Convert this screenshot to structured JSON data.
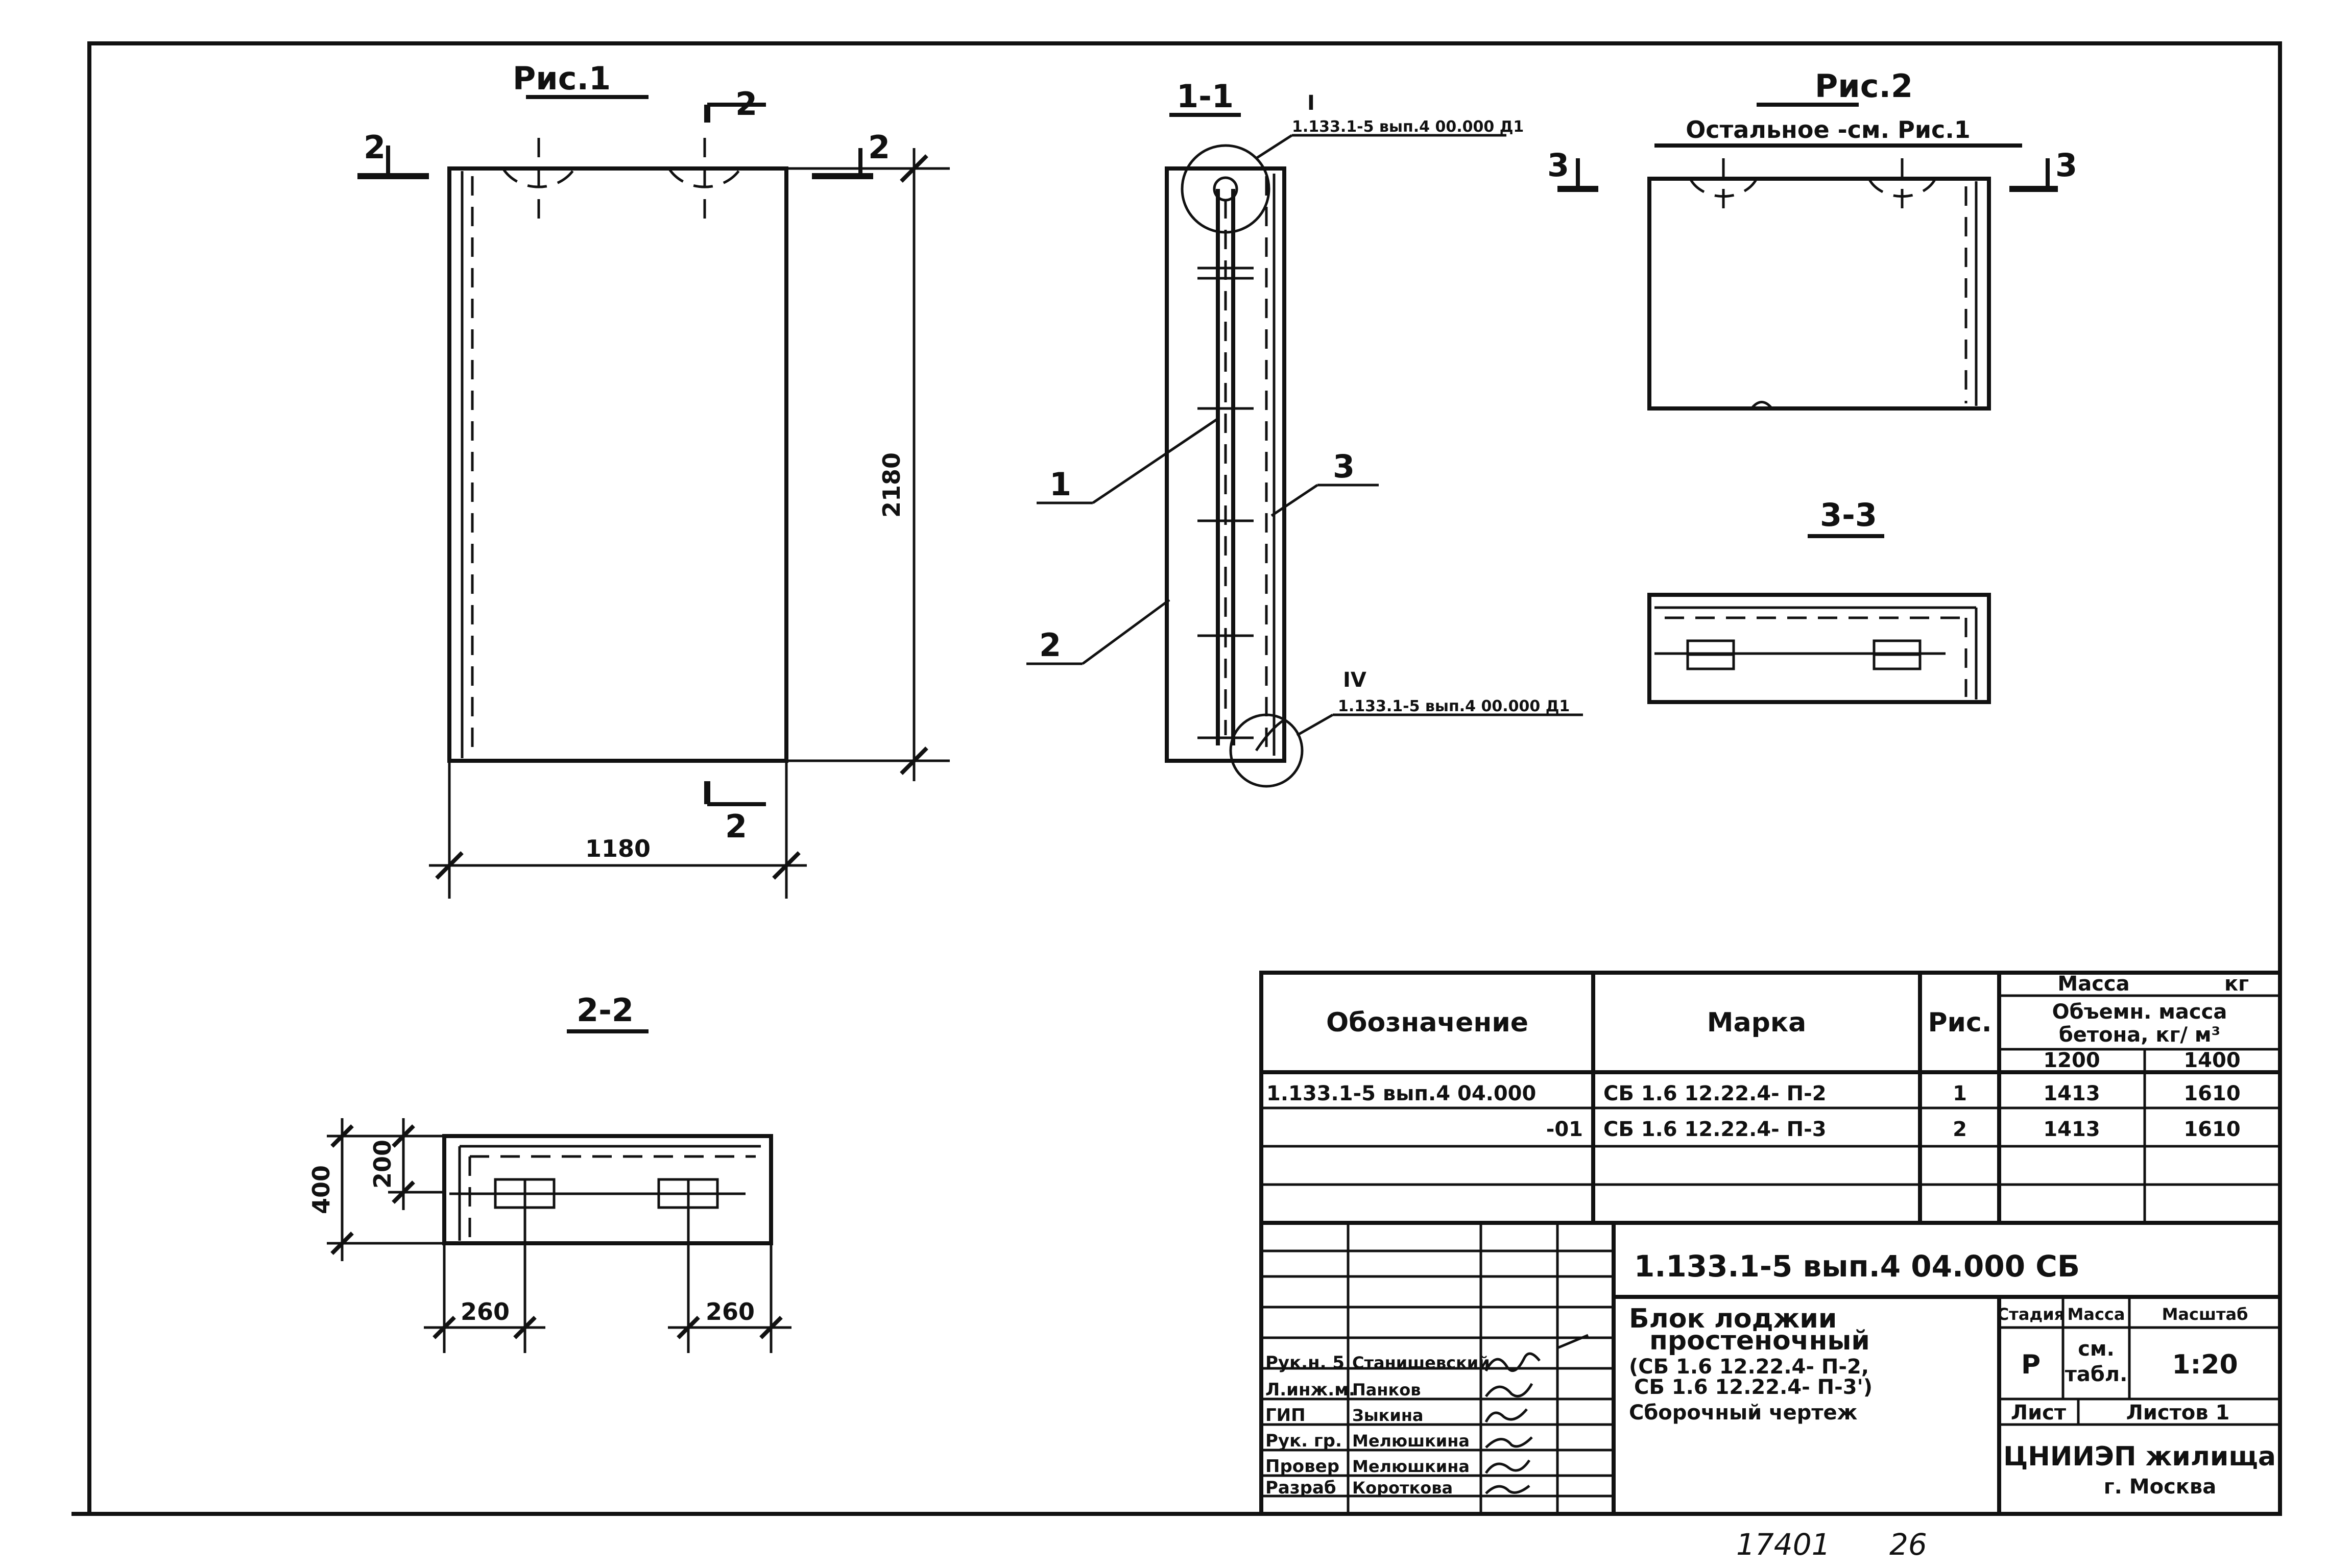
{
  "figures": {
    "fig1_title": "Рис.1",
    "fig2_title": "Рис.2",
    "fig2_note": "Остальное -см. Рис.1",
    "section_1_1": "1-1",
    "section_2_2": "2-2",
    "section_3_3": "3-3",
    "cut_2": "2",
    "cut_3": "3"
  },
  "dimensions": {
    "height_2180": "2180",
    "width_1180": "1180",
    "d400": "400",
    "d200": "200",
    "d260_left": "260",
    "d260_right": "260"
  },
  "callouts": {
    "node_I": "I",
    "node_I_ref": "1.133.1-5 вып.4 00.000 Д1",
    "node_IV": "IV",
    "node_IV_ref": "1.133.1-5 вып.4 00.000 Д1",
    "pos1": "1",
    "pos2": "2",
    "pos3": "3"
  },
  "spec_table": {
    "header_designation": "Обозначение",
    "header_mark": "Марка",
    "header_fig": "Рис.",
    "header_mass": "Масса",
    "header_mass_unit": "кг",
    "header_density_1": "Объемн. масса",
    "header_density_2": "бетона, кг/ м³",
    "density_1200": "1200",
    "density_1400": "1400",
    "rows": [
      {
        "designation": "1.133.1-5 вып.4 04.000",
        "mark": "СБ 1.6 12.22.4- П-2",
        "fig": "1",
        "m1200": "1413",
        "m1400": "1610"
      },
      {
        "designation": "-01",
        "mark": "СБ 1.6 12.22.4- П-3",
        "fig": "2",
        "m1200": "1413",
        "m1400": "1610"
      }
    ]
  },
  "title_block": {
    "doc_code": "1.133.1-5 вып.4 04.000 СБ",
    "name_line1": "Блок лоджии",
    "name_line2": "простеночный",
    "name_line3": "(СБ 1.6 12.22.4- П-2,",
    "name_line4": "СБ 1.6 12.22.4- П-3')",
    "name_line5": "Сборочный чертеж",
    "stage_label": "Стадия",
    "mass_label": "Масса",
    "scale_label": "Масштаб",
    "stage_value": "Р",
    "mass_value_1": "см.",
    "mass_value_2": "табл.",
    "scale_value": "1:20",
    "sheet_label": "Лист",
    "sheets_label": "Листов 1",
    "org_line1": "ЦНИИЭП жилища",
    "org_line2": "г. Москва",
    "roles": [
      "Рук.н. 5",
      "Л.инж.м.",
      "ГИП",
      "Рук. гр.",
      "Провер",
      "Разраб"
    ],
    "names": [
      "Станишевский",
      "Панков",
      "Зыкина",
      "Мелюшкина",
      "Мелюшкина",
      "Короткова"
    ]
  },
  "footer": {
    "inv_number": "17401",
    "page_number": "26"
  }
}
